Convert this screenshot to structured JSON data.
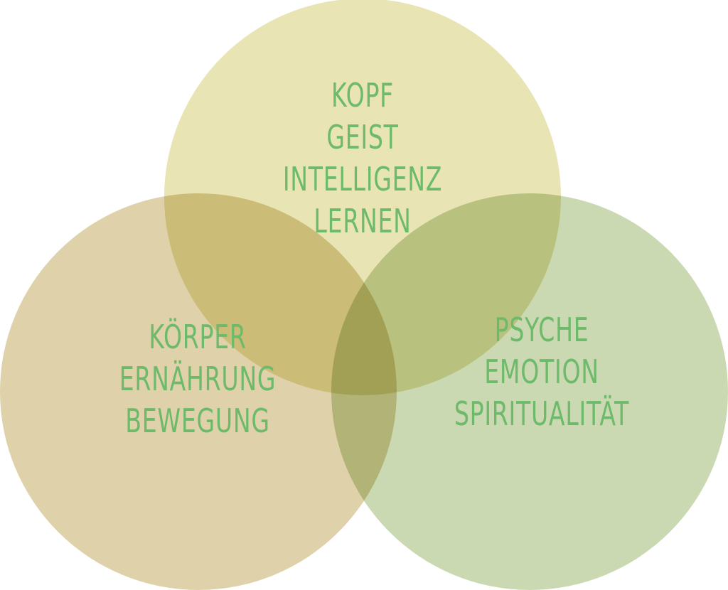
{
  "diagram": {
    "type": "venn",
    "colors": {
      "text": "#6dba6a",
      "top_circle": "#e8e4b4",
      "left_circle": "#dfd2aa",
      "right_circle": "#cbd9b3"
    },
    "circles": [
      {
        "id": "top",
        "lines": [
          "KOPF",
          "GEIST",
          "INTELLIGENZ",
          "LERNEN"
        ]
      },
      {
        "id": "left",
        "lines": [
          "KÖRPER",
          "ERNÄHRUNG",
          "BEWEGUNG"
        ]
      },
      {
        "id": "right",
        "lines": [
          "PSYCHE",
          "EMOTION",
          "SPIRITUALITÄT"
        ]
      }
    ]
  }
}
